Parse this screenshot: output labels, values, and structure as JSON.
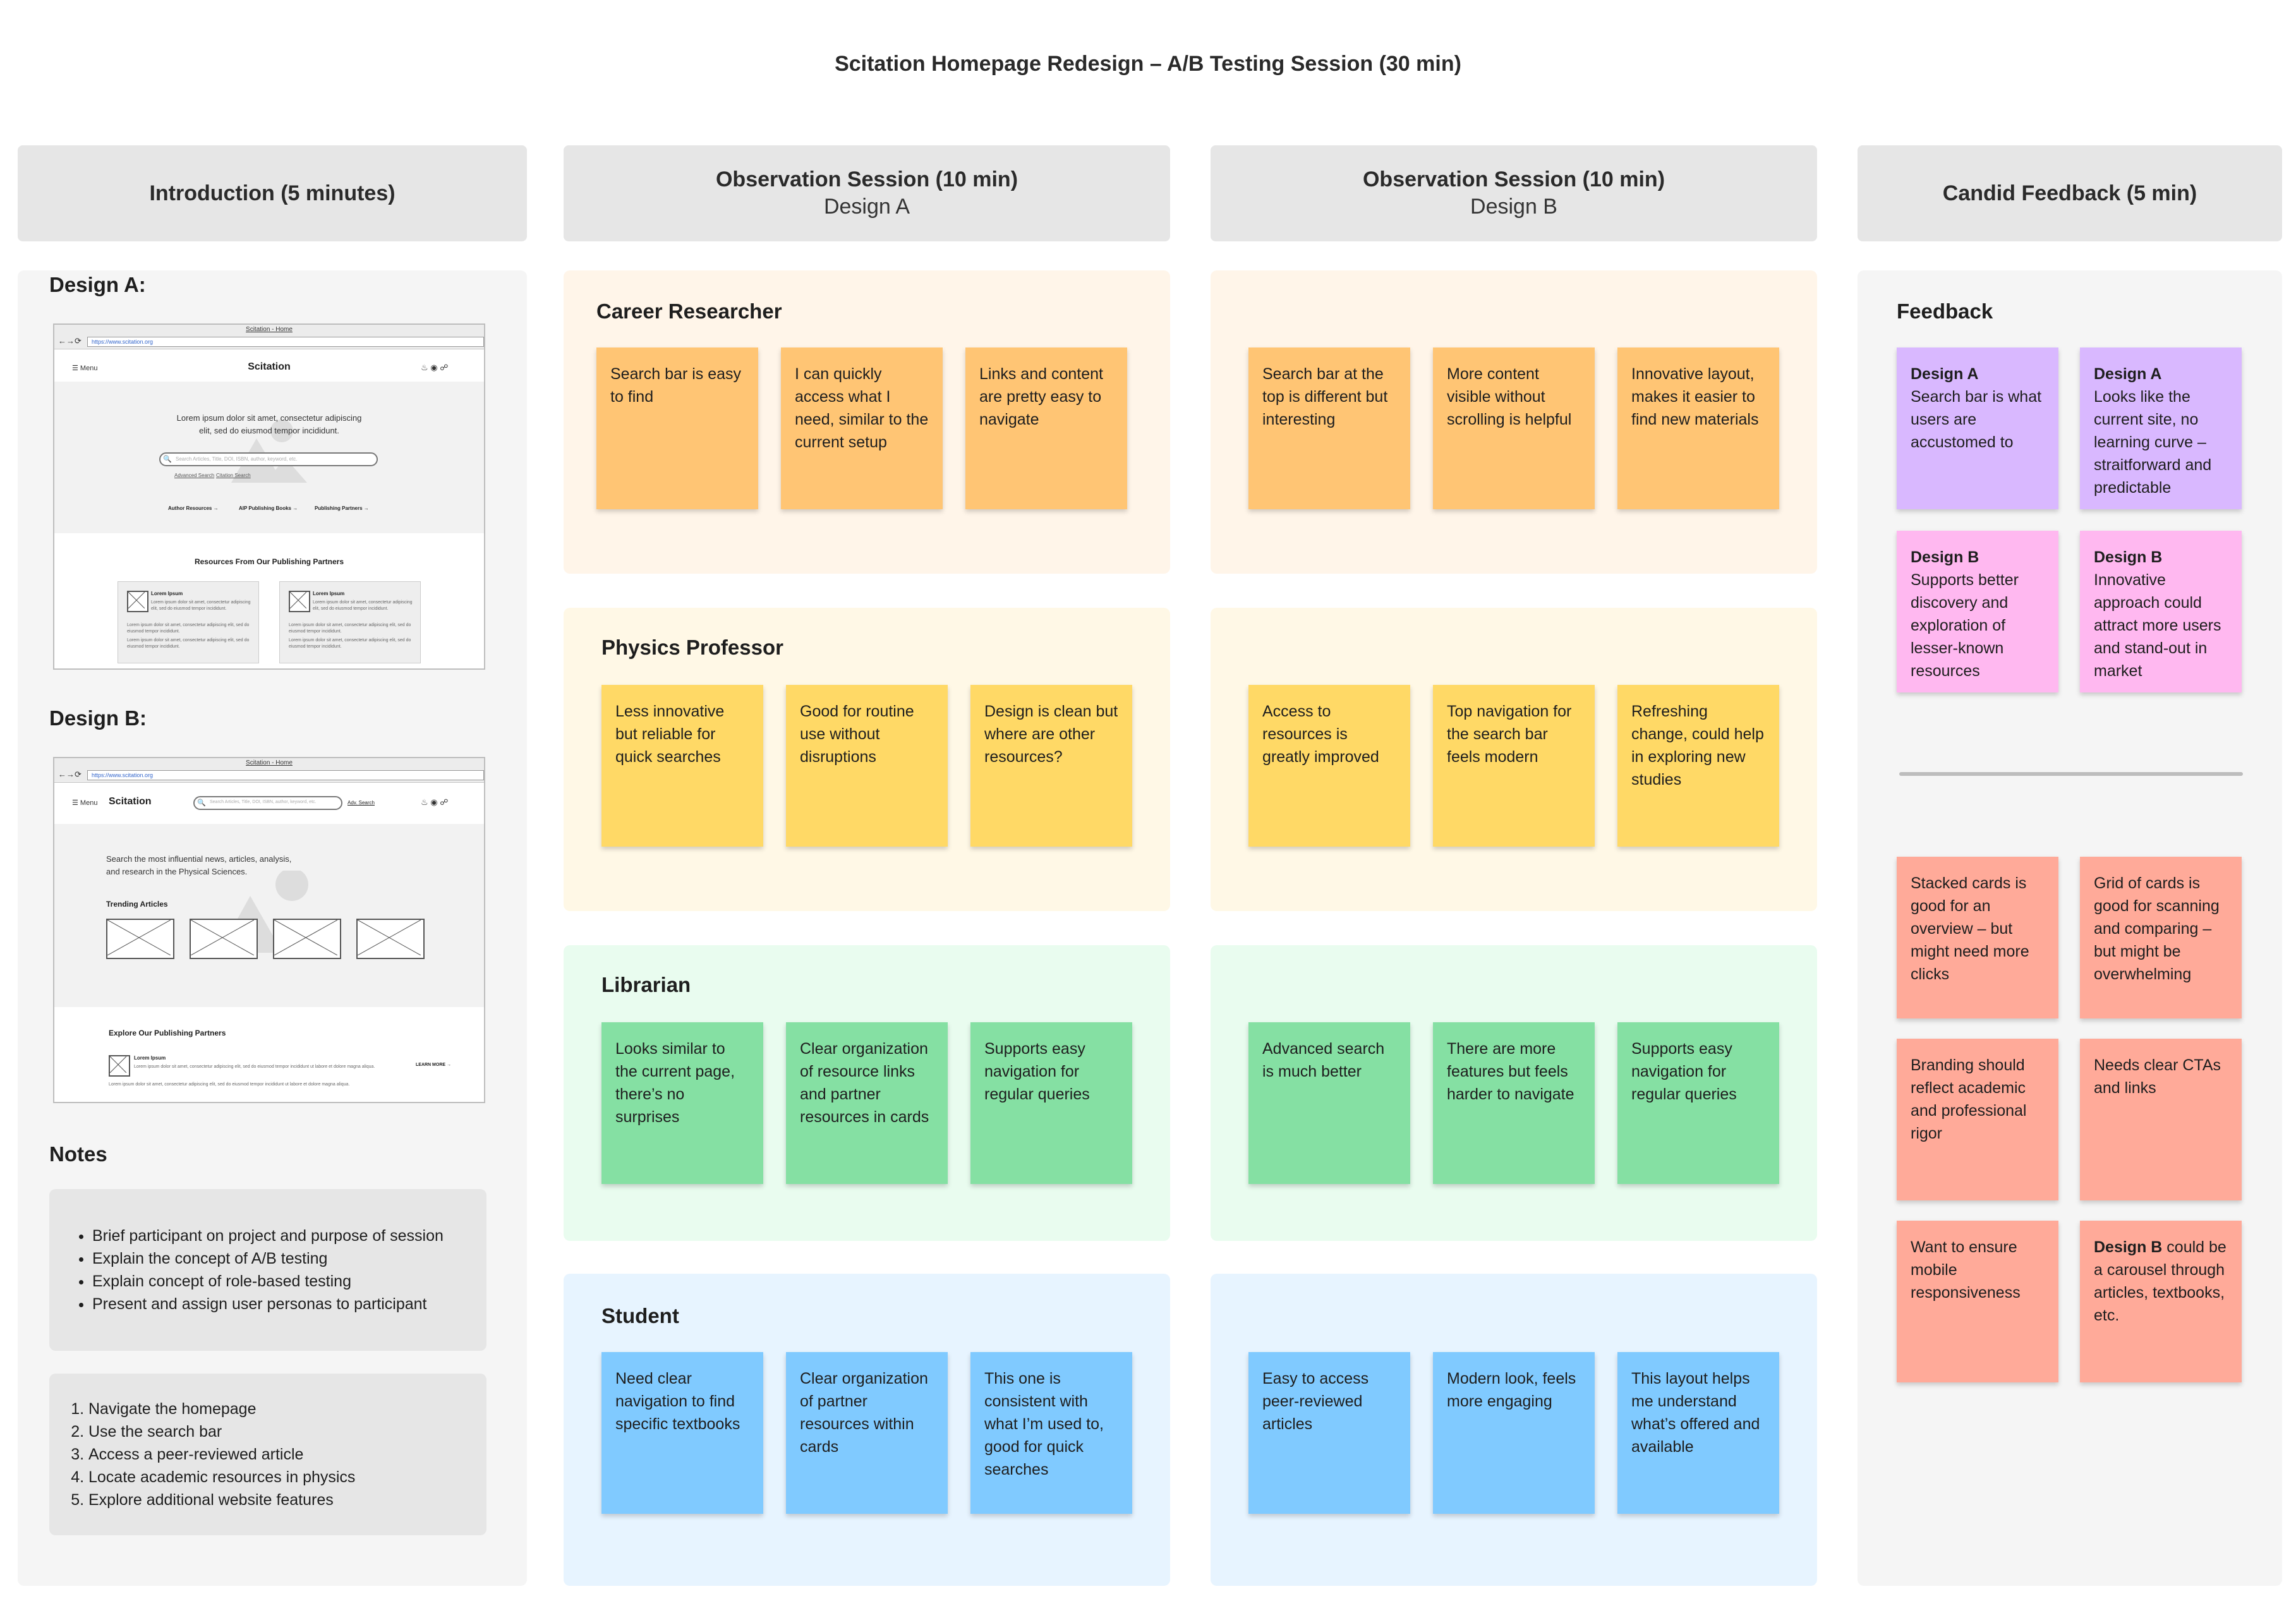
{
  "title": "Scitation Homepage Redesign – A/B Testing Session (30 min)",
  "columns": {
    "intro": {
      "title": "Introduction (5 minutes)"
    },
    "obs_a": {
      "title": "Observation Session (10 min)",
      "subtitle": "Design A"
    },
    "obs_b": {
      "title": "Observation Session (10 min)",
      "subtitle": "Design B"
    },
    "feedback": {
      "title": "Candid Feedback (5 min)"
    }
  },
  "intro": {
    "design_a_label": "Design A:",
    "design_b_label": "Design B:",
    "notes_label": "Notes",
    "notes_bullets": [
      "Brief participant on project and purpose of session",
      "Explain the concept of A/B testing",
      "Explain concept of role-based testing",
      "Present and assign user personas to participant"
    ],
    "tasks": [
      "Navigate the homepage",
      "Use the search bar",
      "Access a peer-reviewed article",
      "Locate academic resources in physics",
      "Explore additional website features"
    ]
  },
  "wireframe_a": {
    "tab": "Scitation - Home",
    "url": "https://www.scitation.org",
    "menu": "Menu",
    "logo": "Scitation",
    "hero_text_1": "Lorem ipsum dolor sit amet, consectetur adipiscing",
    "hero_text_2": "elit, sed do eiusmod tempor incididunt.",
    "search_placeholder": "Search Articles, Title, DOI, ISBN, author, keyword, etc.",
    "link_1": "Advanced Search",
    "link_2": "Citation Search",
    "nav_1": "Author Resources  →",
    "nav_2": "AIP Publishing Books  →",
    "nav_3": "Publishing Partners  →",
    "section_title": "Resources From Our Publishing Partners",
    "card_title": "Lorem Ipsum",
    "card_text": "Lorem ipsum dolor sit amet, consectetur adipiscing elit, sed do eiusmod tempor incididunt."
  },
  "wireframe_b": {
    "tab": "Scitation - Home",
    "url": "https://www.scitation.org",
    "menu": "Menu",
    "logo": "Scitation",
    "search_placeholder": "Search Articles, Title, DOI, ISBN, author, keyword, etc.",
    "adv_search": "Adv. Search",
    "hero_text_1": "Search the most influential news, articles, analysis,",
    "hero_text_2": "and research in the Physical Sciences.",
    "trending": "Trending Articles",
    "partners": "Explore Our Publishing Partners",
    "item_title": "Lorem Ipsum",
    "item_text": "Lorem ipsum dolor sit amet, consectetur adipiscing elit, sed do eiusmod tempor incididunt ut labore et dolore magna aliqua.",
    "learn_more": "LEARN MORE  →"
  },
  "personas": [
    {
      "name": "Career Researcher",
      "design_a": [
        "Search bar is easy to find",
        "I can quickly access what I need, similar to the current setup",
        "Links and content are pretty easy to navigate"
      ],
      "design_b": [
        "Search bar at the top is different but interesting",
        "More content visible without scrolling is helpful",
        "Innovative layout, makes it easier to find new materials"
      ]
    },
    {
      "name": "Physics Professor",
      "design_a": [
        "Less innovative but reliable for quick searches",
        "Good for routine use without disruptions",
        "Design is clean but where are other resources?"
      ],
      "design_b": [
        "Access to resources is greatly improved",
        "Top navigation for the search bar feels modern",
        "Refreshing change, could help in exploring new studies"
      ]
    },
    {
      "name": "Librarian",
      "design_a": [
        "Looks similar to the current page, there’s no surprises",
        "Clear organization of resource links and partner resources in cards",
        "Supports easy navigation for regular queries"
      ],
      "design_b": [
        "Advanced search is much better",
        "There are more features but feels harder to navigate",
        "Supports easy navigation for regular queries"
      ]
    },
    {
      "name": "Student",
      "design_a": [
        "Need clear navigation to find specific textbooks",
        "Clear organization of partner resources within cards",
        "This one is consistent with what I’m used to, good for quick searches"
      ],
      "design_b": [
        "Easy to access peer-reviewed articles",
        "Modern look, feels more engaging",
        "This layout helps me understand what’s offered and available"
      ]
    }
  ],
  "feedback": {
    "label": "Feedback",
    "cards": [
      {
        "tag": "Design A",
        "text": "Search bar is what users are accustomed to"
      },
      {
        "tag": "Design A",
        "text": "Looks like the current site, no learning curve – straitforward and predictable"
      },
      {
        "tag": "Design B",
        "text": "Supports better discovery and exploration of lesser-known resources"
      },
      {
        "tag": "Design B",
        "text": "Innovative approach could attract more users and stand-out in market"
      }
    ],
    "ideas": [
      "Stacked cards is good for an overview – but might need more clicks",
      "Grid of cards is good for scanning and comparing – but might be overwhelming",
      "Branding should reflect academic and professional rigor",
      "Needs clear CTAs and links",
      "Want to ensure mobile responsiveness"
    ],
    "last_idea_tag": "Design B",
    "last_idea_text": " could be a carousel through articles, textbooks, etc."
  },
  "colors": {
    "orange": "#ffc574",
    "yellow": "#ffd966",
    "green": "#85e0a3",
    "blue": "#80caff",
    "purple": "#d9b8ff",
    "pink": "#ffb8f0",
    "salmon": "#ffaa99"
  }
}
